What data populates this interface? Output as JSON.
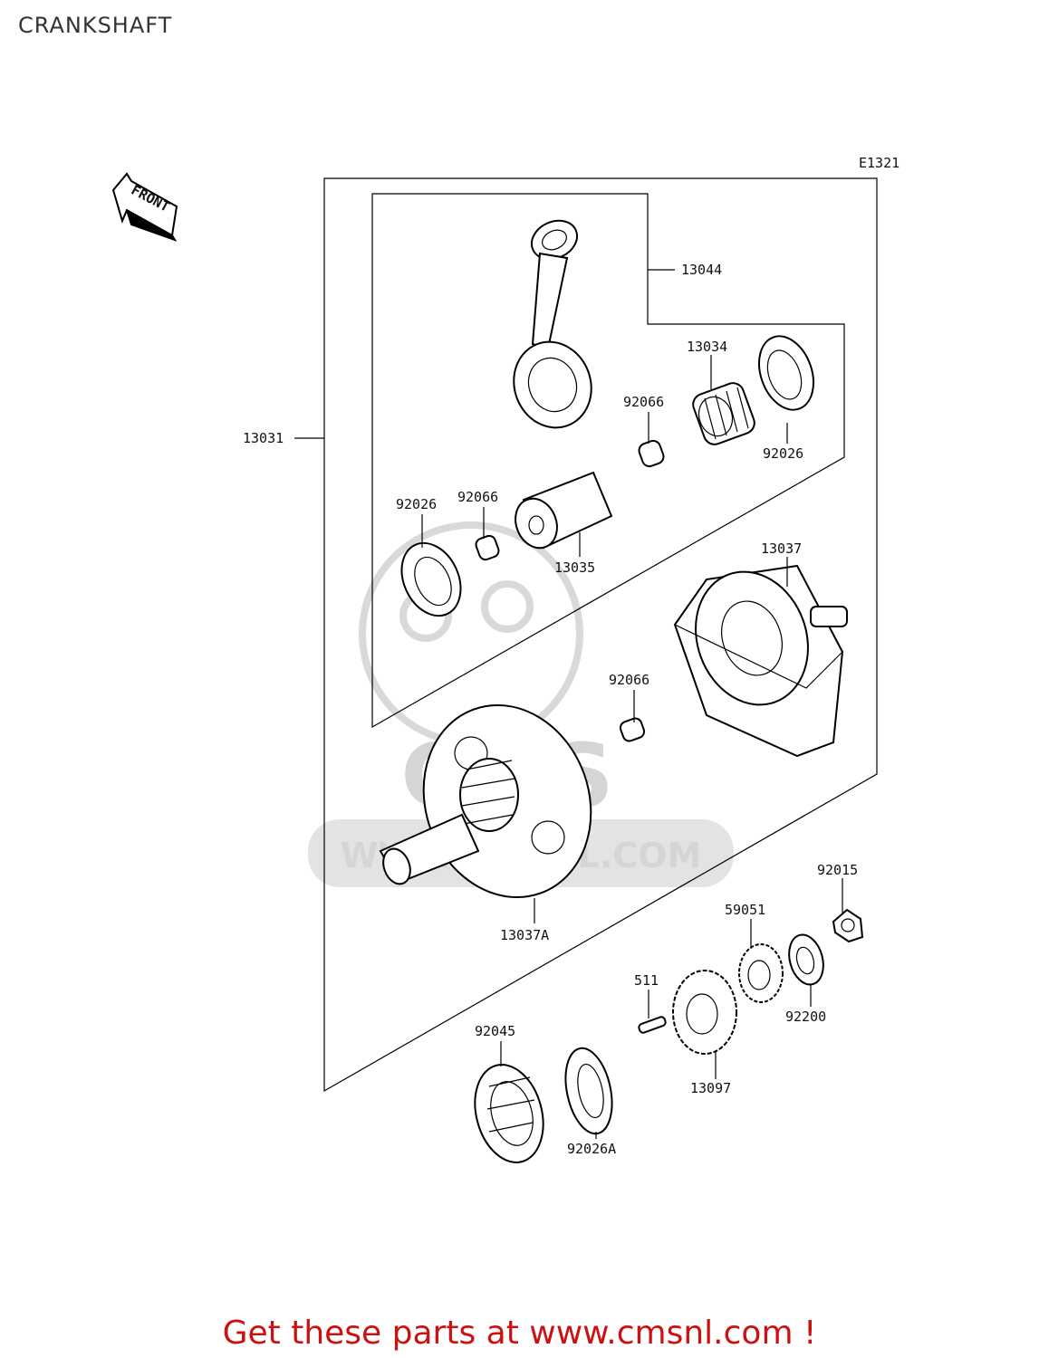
{
  "page": {
    "title": "CRANKSHAFT",
    "diagram_code": "E1321",
    "front_label": "FRONT",
    "cta_text": "Get these parts at www.cmsnl.com !"
  },
  "watermark": {
    "brand": "CMS",
    "url": "WWW.CMSNL.COM"
  },
  "parts": {
    "crank_assy": "13031",
    "conrod": "13044",
    "needle_bearing": "13034",
    "washer_upper": "92026",
    "pin_upper": "92066",
    "washer_left": "92026",
    "pin_left": "92066",
    "crankpin": "13035",
    "flywheel_right": "13037",
    "pin_lower": "92066",
    "flywheel_left": "13037A",
    "nut": "92015",
    "gear_small": "59051",
    "washer_gear": "92200",
    "key": "511",
    "gear_large": "13097",
    "ball_bearing": "92045",
    "washer_bearing": "92026A"
  }
}
